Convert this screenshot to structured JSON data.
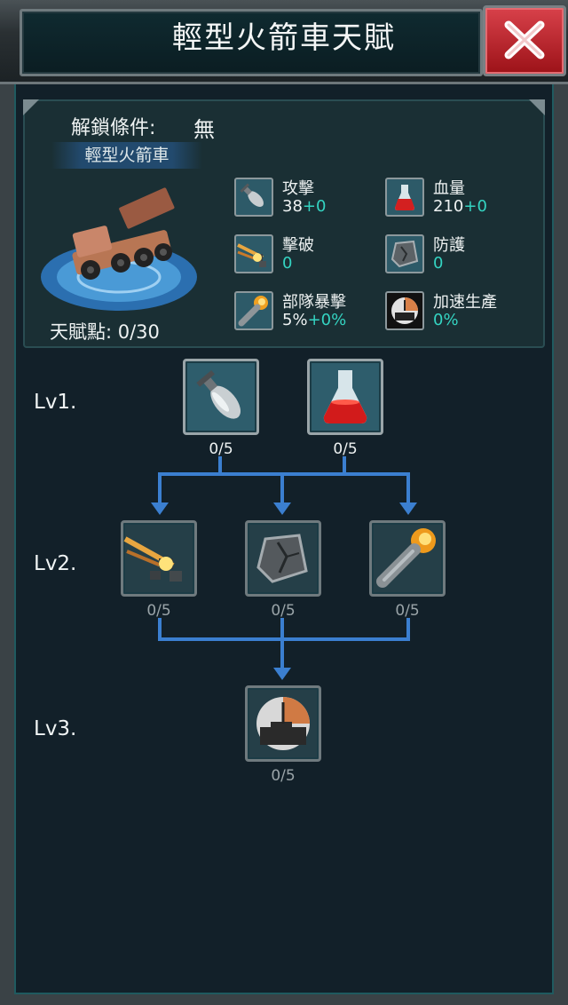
{
  "header": {
    "title": "輕型火箭車天賦"
  },
  "info": {
    "unlock_label": "解鎖條件:",
    "unlock_value": "無",
    "unit_name": "輕型火箭車",
    "talent_points": "天賦點: 0/30",
    "stats": [
      {
        "name": "攻擊",
        "base": "38",
        "bonus": "+0",
        "icon": "mortar-shell-icon"
      },
      {
        "name": "血量",
        "base": "210",
        "bonus": "+0",
        "icon": "red-flask-icon"
      },
      {
        "name": "擊破",
        "base": "",
        "bonus": "0",
        "icon": "armor-break-icon"
      },
      {
        "name": "防護",
        "base": "",
        "bonus": "0",
        "icon": "armor-plate-icon"
      },
      {
        "name": "部隊暴擊",
        "base": "5%",
        "bonus": "+0%",
        "icon": "flaming-rocket-icon"
      },
      {
        "name": "加速生產",
        "base": "",
        "bonus": "0%",
        "icon": "production-clock-icon"
      }
    ]
  },
  "tree": {
    "levels": [
      "Lv1.",
      "Lv2.",
      "Lv3."
    ],
    "lv1": [
      {
        "icon": "mortar-shell-icon",
        "count": "0/5"
      },
      {
        "icon": "red-flask-icon",
        "count": "0/5"
      }
    ],
    "lv2": [
      {
        "icon": "armor-break-icon",
        "count": "0/5"
      },
      {
        "icon": "armor-plate-icon",
        "count": "0/5"
      },
      {
        "icon": "flaming-rocket-icon",
        "count": "0/5"
      }
    ],
    "lv3": [
      {
        "icon": "production-clock-icon",
        "count": "0/5"
      }
    ]
  },
  "colors": {
    "connector": "#3b7fd0",
    "bonus": "#34d4c2",
    "close": "#c4242c"
  }
}
